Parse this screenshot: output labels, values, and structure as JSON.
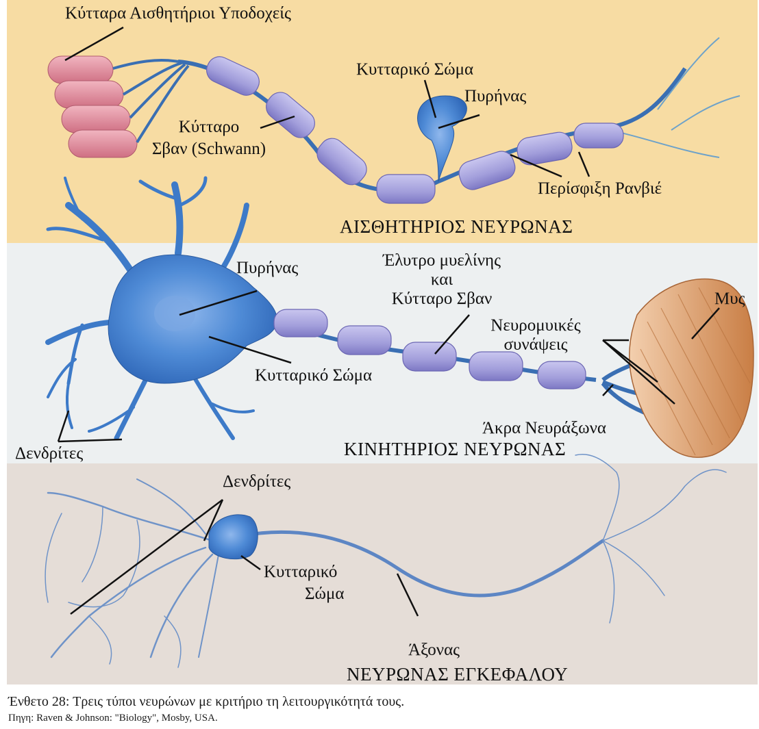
{
  "panels": {
    "sensory": {
      "title": "ΑΙΣΘΗΤΗΡΙΟΣ ΝΕΥΡΩΝΑΣ",
      "labels": {
        "receptors": "Κύτταρα Αισθητήριοι Υποδοχείς",
        "cell_body": "Κυτταρικό Σώμα",
        "nucleus": "Πυρήνας",
        "schwann_line1": "Κύτταρο",
        "schwann_line2": "Σβαν (Schwann)",
        "ranvier": "Περίσφιξη Ρανβιέ"
      }
    },
    "motor": {
      "title": "ΚΙΝΗΤΗΡΙΟΣ ΝΕΥΡΩΝΑΣ",
      "labels": {
        "nucleus": "Πυρήνας",
        "myelin_line1": "Έλυτρο μυελίνης",
        "myelin_line2": "και",
        "myelin_line3": "Κύτταρο Σβαν",
        "muscle": "Μυς",
        "synapses_line1": "Νευρομυικές",
        "synapses_line2": "συνάψεις",
        "cell_body": "Κυτταρικό Σώμα",
        "axon_terminals": "Άκρα Νευράξωνα",
        "dendrites": "Δενδρίτες"
      }
    },
    "brain": {
      "title": "ΝΕΥΡΩΝΑΣ ΕΓΚΕΦΑΛΟΥ",
      "labels": {
        "dendrites": "Δενδρίτες",
        "cell_body_line1": "Κυτταρικό",
        "cell_body_line2": "Σώμα",
        "axon": "Άξονας"
      }
    }
  },
  "caption": {
    "line1": "Ένθετο 28: Τρεις τύποι νευρώνων με κριτήριο τη λειτουργικότητά τους.",
    "line2": "Πηγη: Raven & Johnson: \"Biology\", Mosby, USA."
  },
  "colors": {
    "sensory_bg": "#f7dca3",
    "motor_bg": "#edf0f1",
    "brain_bg": "#e5ddd7",
    "neuron_blue": "#4a86d0",
    "myelin_purple": "#a7a3da",
    "receptor_pink": "#e08d9c",
    "muscle_orange": "#d79a68"
  }
}
